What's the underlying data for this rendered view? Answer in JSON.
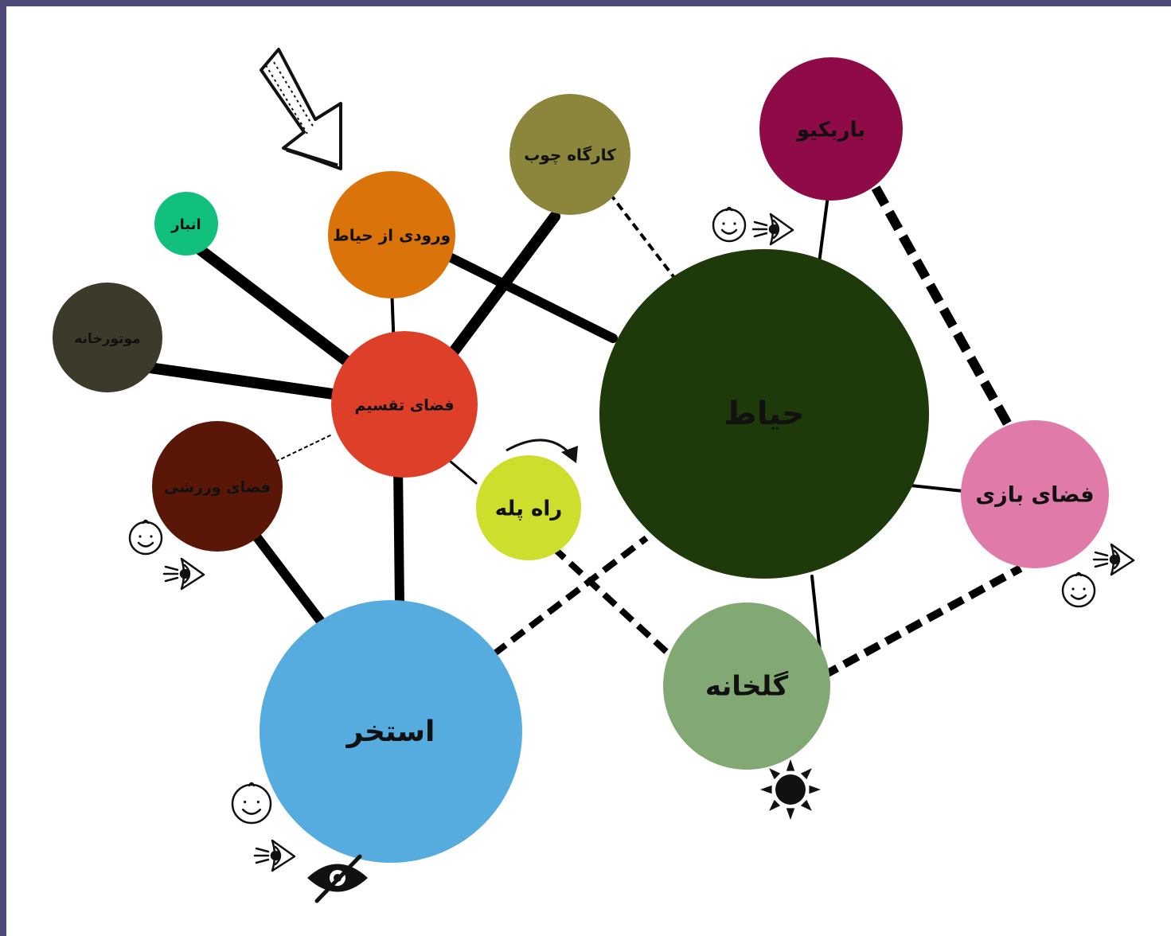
{
  "diagram": {
    "nodes": {
      "anbar": {
        "label": "انبار",
        "color": "#12c07e"
      },
      "vorudi": {
        "label": "ورودی از حیاط",
        "color": "#d9730a"
      },
      "kargah": {
        "label": "کارگاه چوب",
        "color": "#8b863c"
      },
      "barbecue": {
        "label": "باربکیو",
        "color": "#8e0b47"
      },
      "motorkhane": {
        "label": "موتورخانه",
        "color": "#3d3a2c"
      },
      "taghsim": {
        "label": "فضای تقسیم",
        "color": "#de3f28"
      },
      "varzeshi": {
        "label": "فضای ورزشی",
        "color": "#5a1708"
      },
      "rahpele": {
        "label": "راه پله",
        "color": "#cede2c"
      },
      "hayat": {
        "label": "حیاط",
        "color": "#1e3a0b"
      },
      "bazi": {
        "label": "فضای بازی",
        "color": "#e07ba9"
      },
      "golkhane": {
        "label": "گلخانه",
        "color": "#82a874"
      },
      "estakhr": {
        "label": "استخر",
        "color": "#56acdf"
      }
    },
    "connections": [
      {
        "from": "anbar",
        "to": "taghsim",
        "style": "thick"
      },
      {
        "from": "motorkhane",
        "to": "taghsim",
        "style": "thick"
      },
      {
        "from": "vorudi",
        "to": "taghsim",
        "style": "thin"
      },
      {
        "from": "kargah",
        "to": "taghsim",
        "style": "thick"
      },
      {
        "from": "vorudi",
        "to": "hayat",
        "style": "thick"
      },
      {
        "from": "kargah",
        "to": "hayat",
        "style": "dashed"
      },
      {
        "from": "barbecue",
        "to": "hayat",
        "style": "thin"
      },
      {
        "from": "barbecue",
        "to": "bazi",
        "style": "thick-dashed"
      },
      {
        "from": "varzeshi",
        "to": "taghsim",
        "style": "fine-dashed"
      },
      {
        "from": "taghsim",
        "to": "rahpele",
        "style": "thin"
      },
      {
        "from": "taghsim",
        "to": "estakhr",
        "style": "thick"
      },
      {
        "from": "varzeshi",
        "to": "estakhr",
        "style": "thick"
      },
      {
        "from": "estakhr",
        "to": "hayat",
        "style": "thick-dashed"
      },
      {
        "from": "rahpele",
        "to": "golkhane",
        "style": "thick-dashed"
      },
      {
        "from": "hayat",
        "to": "bazi",
        "style": "thin"
      },
      {
        "from": "hayat",
        "to": "golkhane",
        "style": "thin"
      },
      {
        "from": "golkhane",
        "to": "bazi",
        "style": "thick-dashed"
      }
    ],
    "icons": [
      "entrance-arrow-icon",
      "circular-arrow-icon",
      "child-face-icon",
      "eye-icon",
      "hidden-eye-icon",
      "sun-icon"
    ]
  }
}
